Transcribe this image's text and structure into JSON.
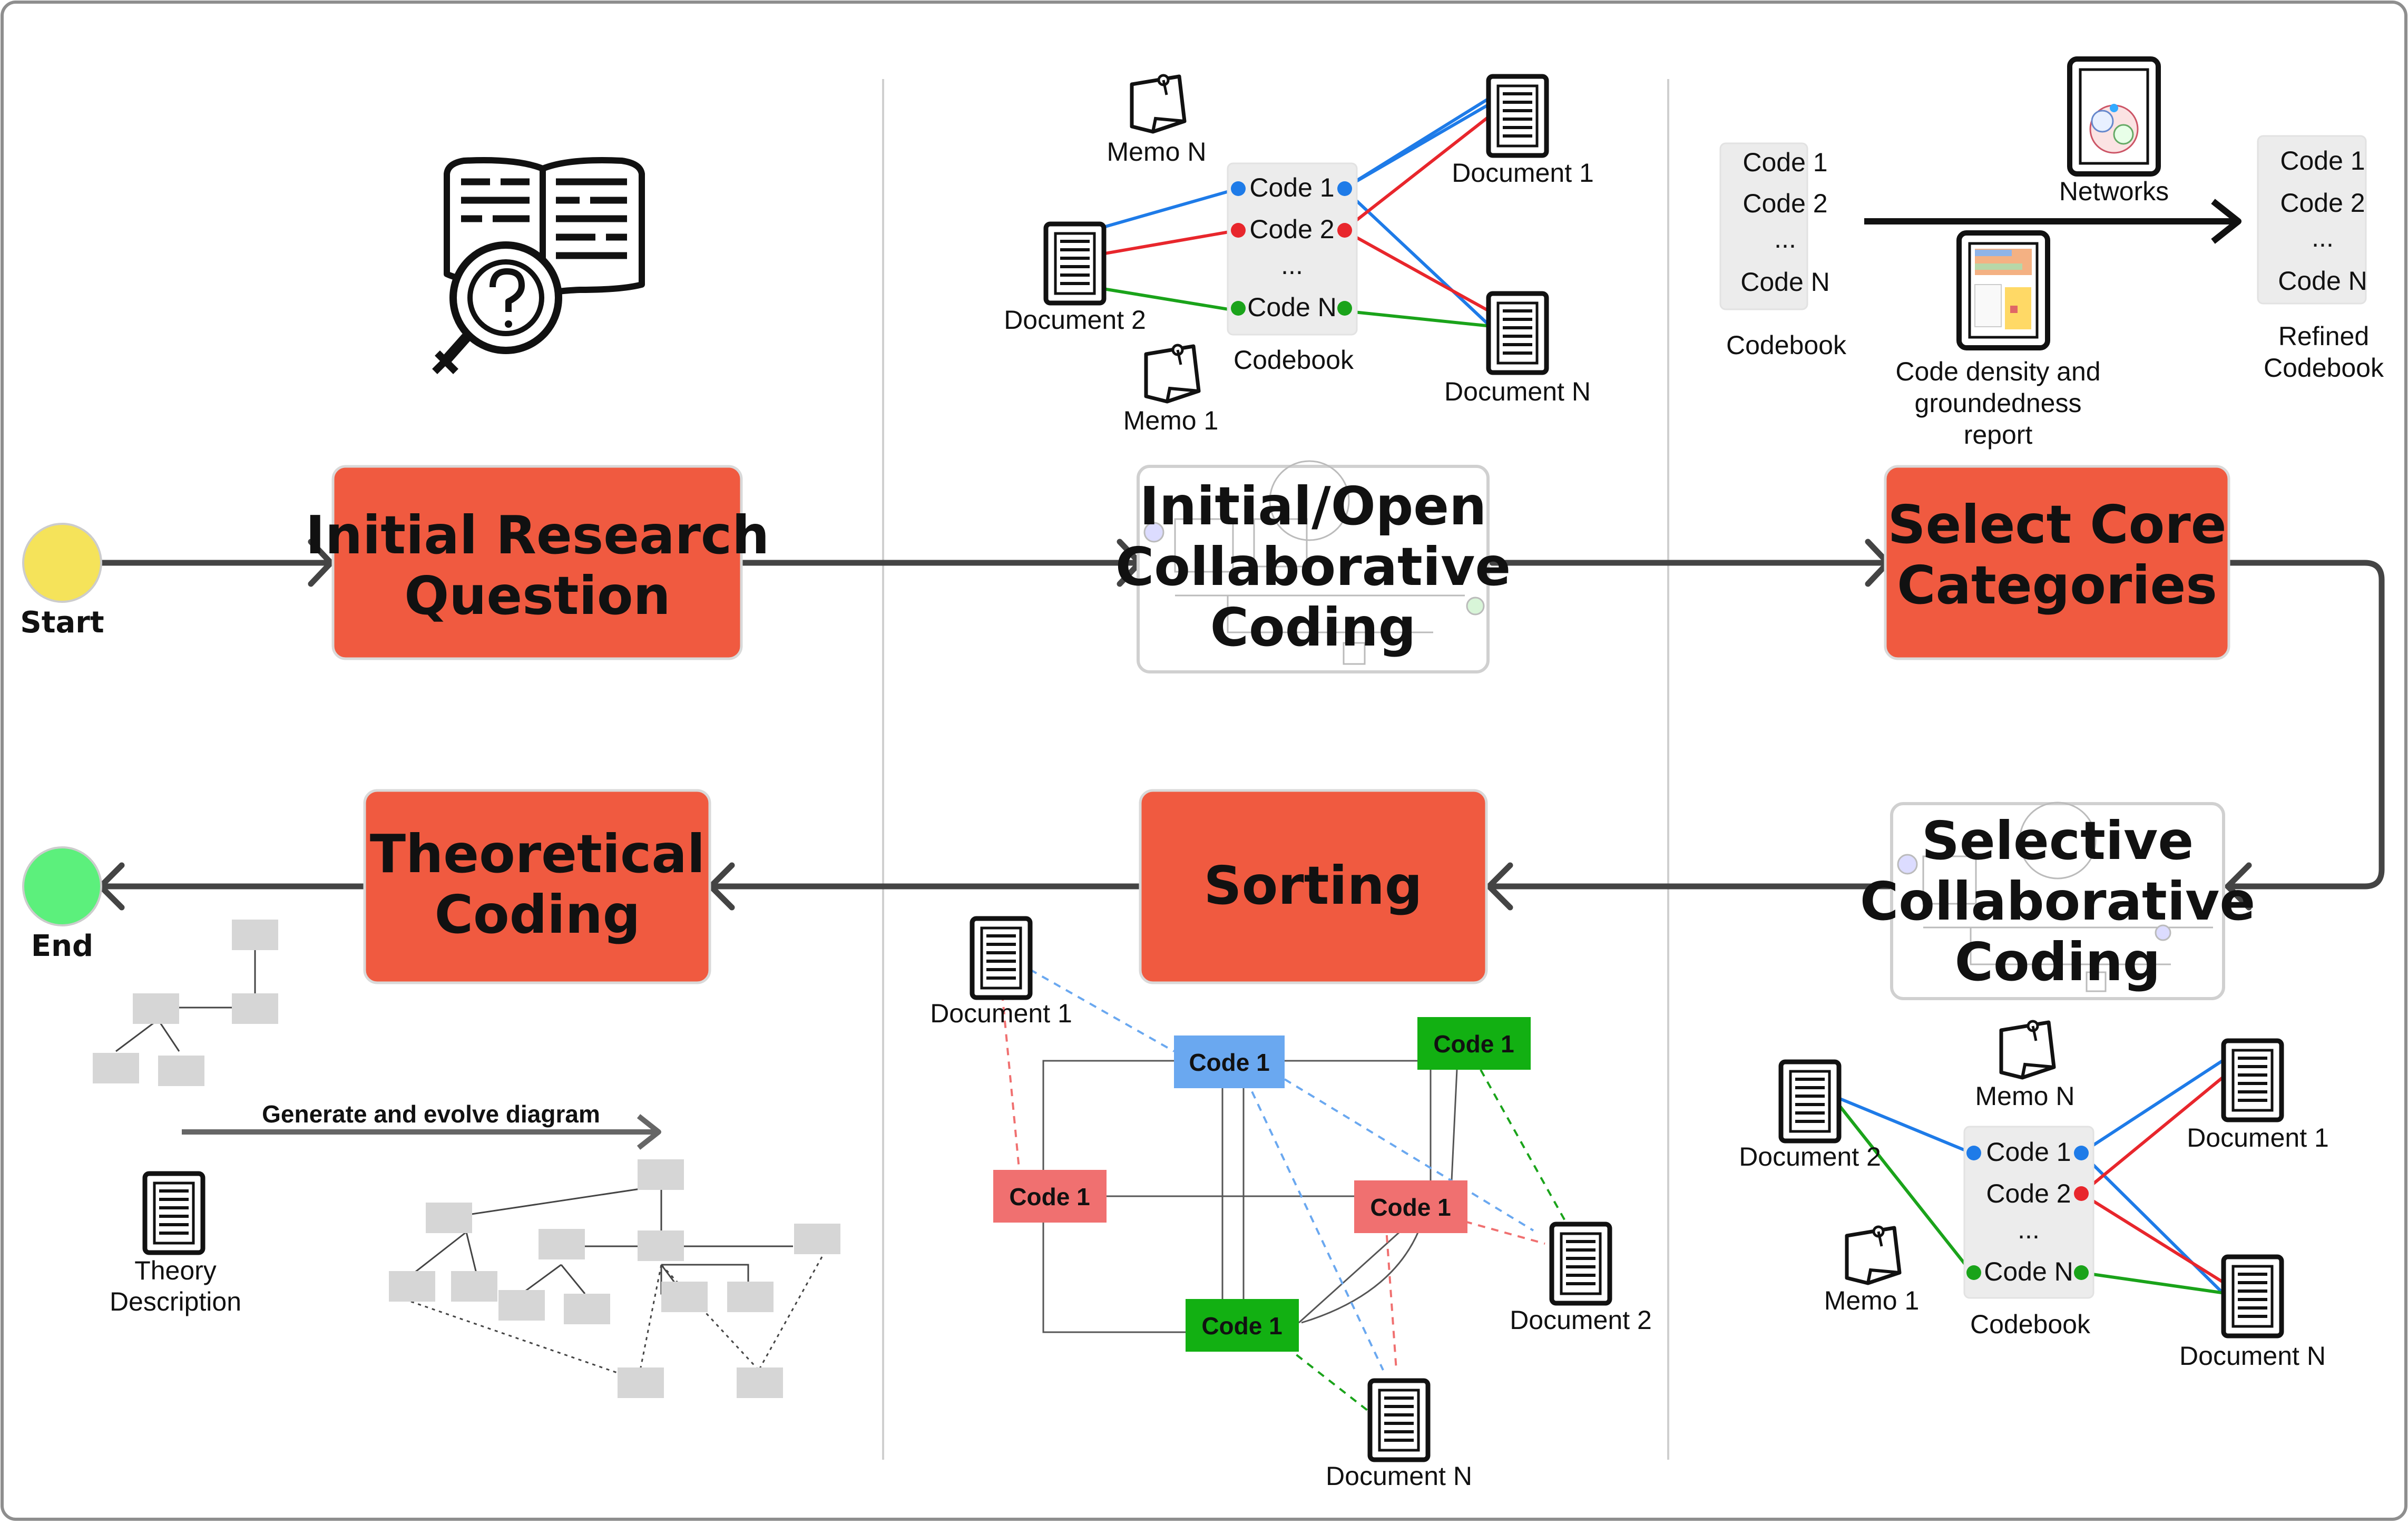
{
  "terminals": {
    "start": "Start",
    "end": "End"
  },
  "steps": {
    "initial_research": [
      "Initial Research",
      "Question"
    ],
    "open_coding": [
      "Initial/Open",
      "Collaborative",
      "Coding"
    ],
    "select_core": [
      "Select Core",
      "Categories"
    ],
    "selective_coding": [
      "Selective",
      "Collaborative",
      "Coding"
    ],
    "sorting": [
      "Sorting"
    ],
    "theoretical": [
      "Theoretical",
      "Coding"
    ]
  },
  "codebook_panel": {
    "codes": [
      "Code 1",
      "Code 2",
      "...",
      "Code N"
    ],
    "codebook_label": "Codebook",
    "doc_top": "Document 1",
    "doc_left": "Document 2",
    "doc_bottom": "Document N",
    "memo_top": "Memo N",
    "memo_bottom": "Memo 1"
  },
  "refine_panel": {
    "codes_in": [
      "Code 1",
      "Code 2",
      "...",
      "Code N"
    ],
    "codebook_label": "Codebook",
    "networks_label": "Networks",
    "report_label": [
      "Code density and",
      "groundedness",
      "report"
    ],
    "codes_out": [
      "Code 1",
      "Code 2",
      "...",
      "Code N"
    ],
    "refined_label": [
      "Refined",
      "Codebook"
    ]
  },
  "sorting_panel": {
    "codes": [
      "Code 1",
      "Code 1",
      "Code 1",
      "Code 1",
      "Code 1"
    ],
    "doc_top": "Document 1",
    "doc_right": "Document 2",
    "doc_bottom": "Document N"
  },
  "theory_panel": {
    "arrow_label": "Generate and evolve diagram",
    "doc_label": [
      "Theory",
      "Description"
    ]
  },
  "colors": {
    "step_fill": "#f05a40",
    "start": "#f5e35a",
    "end": "#5cf07c",
    "blue": "#1e7be8",
    "red": "#e8262c",
    "green": "#1aa31a",
    "code_blue": "#6aa8f0",
    "code_red": "#f07070",
    "code_green": "#12b012",
    "arrow": "#444444"
  },
  "icons": [
    "book-question-icon",
    "document-icon",
    "memo-icon",
    "network-icon",
    "report-icon"
  ]
}
